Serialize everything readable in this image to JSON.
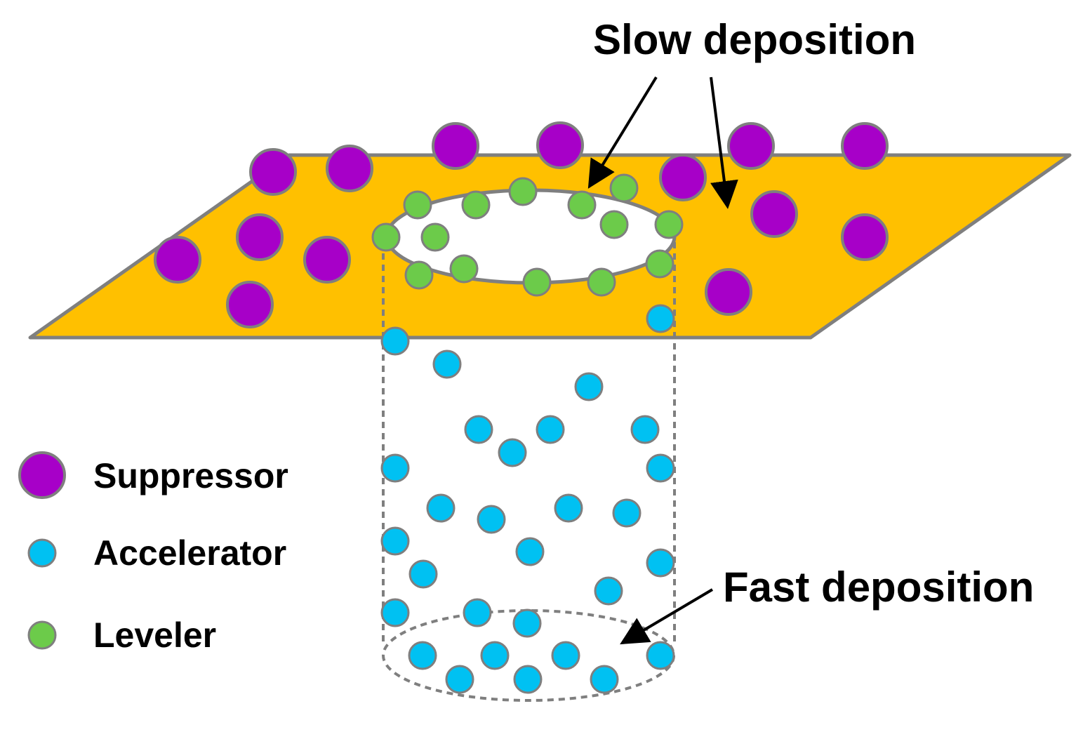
{
  "colors": {
    "surface": "#FFC000",
    "outline": "#7F7F7F",
    "suppressor": "#A700C8",
    "accelerator": "#00C1F2",
    "leveler": "#6CCB4A",
    "text": "#000000"
  },
  "annotations": {
    "slow": "Slow deposition",
    "fast": "Fast deposition"
  },
  "legend": [
    {
      "label": "Suppressor",
      "color": "#A700C8",
      "kind": "suppressor"
    },
    {
      "label": "Accelerator",
      "color": "#00C1F2",
      "kind": "accelerator"
    },
    {
      "label": "Leveler",
      "color": "#6CCB4A",
      "kind": "leveler"
    }
  ]
}
